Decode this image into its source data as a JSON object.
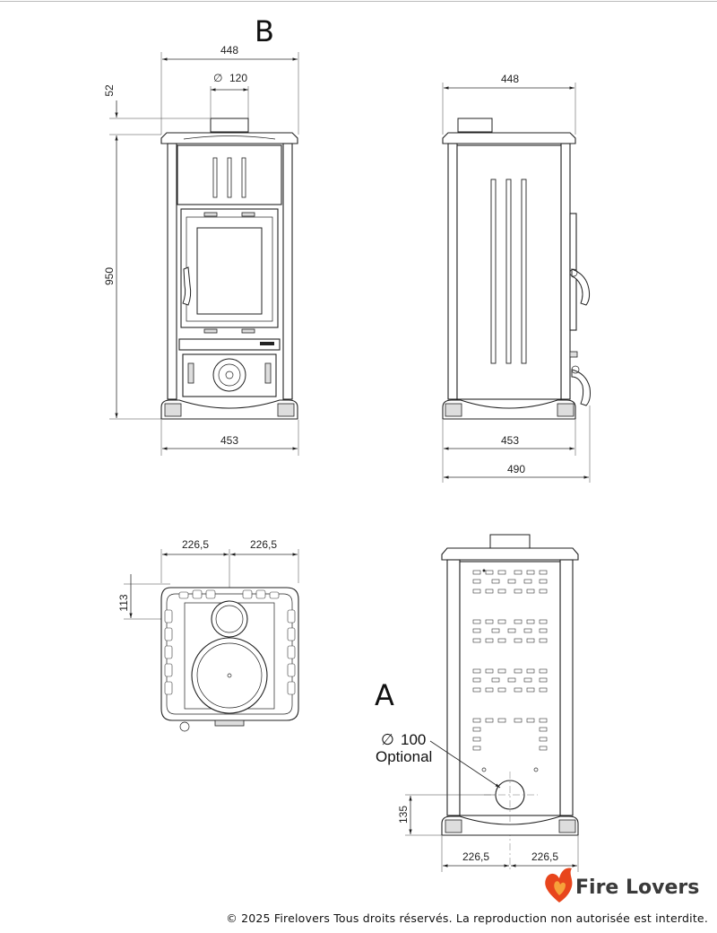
{
  "views": {
    "front": {
      "letter": "B",
      "dim_top_width": "448",
      "dim_flue_diameter": "120",
      "dim_flue_height": "52",
      "dim_height": "950",
      "dim_bottom_width": "453"
    },
    "side": {
      "dim_top_width": "448",
      "dim_bottom_width": "453",
      "dim_total_depth": "490"
    },
    "top": {
      "dim_left_half": "226,5",
      "dim_right_half": "226,5",
      "dim_flue_offset": "113"
    },
    "rear": {
      "letter": "A",
      "dim_air_inlet_diameter": "100",
      "air_inlet_note": "Optional",
      "dim_inlet_height": "135",
      "dim_left_half": "226,5",
      "dim_right_half": "226,5"
    }
  },
  "symbols": {
    "diameter": "∅"
  },
  "brand": {
    "name": "Fire Lovers",
    "logo_color": "#e8451c"
  },
  "footer": {
    "copyright": "© 2025 Firelovers Tous droits réservés. La reproduction non autorisée est interdite."
  }
}
